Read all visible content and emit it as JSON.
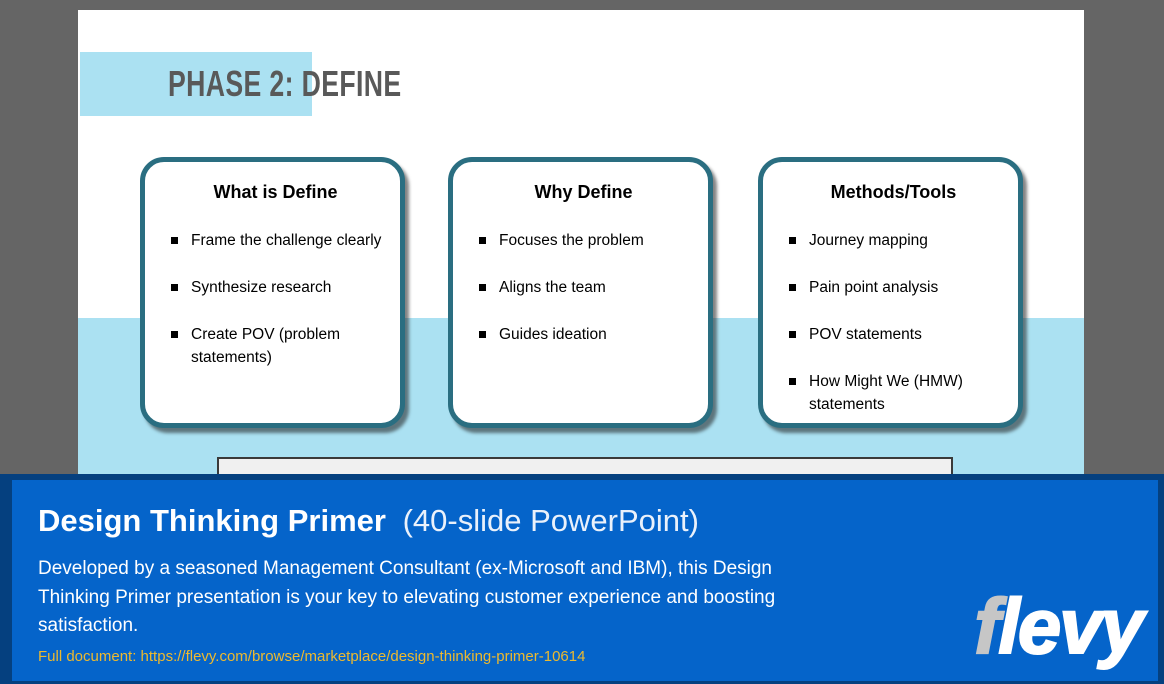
{
  "slide": {
    "title": "PHASE 2: DEFINE",
    "cards": [
      {
        "heading": "What is Define",
        "bullets": [
          "Frame the challenge clearly",
          "Synthesize research",
          "Create POV (problem statements)"
        ]
      },
      {
        "heading": "Why Define",
        "bullets": [
          "Focuses the problem",
          "Aligns the team",
          "Guides ideation"
        ]
      },
      {
        "heading": "Methods/Tools",
        "bullets": [
          "Journey mapping",
          "Pain point analysis",
          "POV statements",
          "How Might We (HMW) statements"
        ]
      }
    ]
  },
  "banner": {
    "title": "Design Thinking Primer",
    "subtitle": "(40-slide PowerPoint)",
    "description": "Developed by a seasoned Management Consultant (ex-Microsoft and IBM), this Design Thinking Primer presentation is your key to elevating customer experience and boosting satisfaction.",
    "link_label": "Full document: https://flevy.com/browse/marketplace/design-thinking-primer-10614",
    "logo": {
      "first_letter": "f",
      "rest": "levy"
    }
  },
  "colors": {
    "background_gray": "#656565",
    "slide_accent_blue": "#ABE1F2",
    "card_border_teal": "#2A6E81",
    "slide_title_gray": "#595959",
    "banner_blue": "#0564CA",
    "banner_border_navy": "#05407F",
    "link_yellow": "#EDB92E",
    "logo_f_gray": "#C6C6C6"
  }
}
